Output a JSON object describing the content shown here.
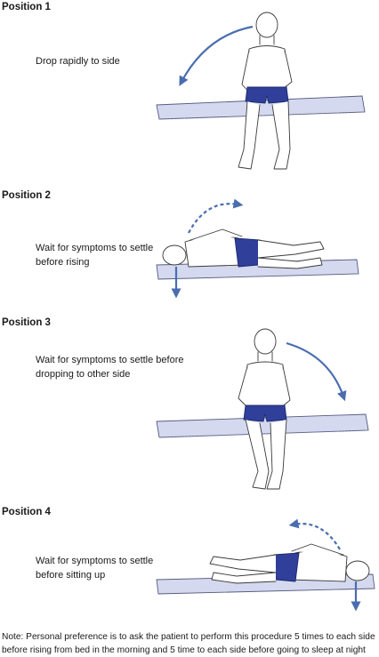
{
  "positions": [
    {
      "heading": "Position 1",
      "caption_lines": [
        "Drop rapidly to side"
      ]
    },
    {
      "heading": "Position 2",
      "caption_lines": [
        "Wait for symptoms to settle",
        "before rising"
      ]
    },
    {
      "heading": "Position 3",
      "caption_lines": [
        "Wait for symptoms to settle before",
        "dropping to other side"
      ]
    },
    {
      "heading": "Position 4",
      "caption_lines": [
        "Wait for symptoms to settle",
        "before sitting up"
      ]
    }
  ],
  "note_lines": [
    "Note: Personal preference is to ask the patient to perform this procedure 5 times to each side",
    "before rising from bed in the morning and 5 time to each side before going to sleep at night"
  ],
  "colors": {
    "arrow": "#4a6db0",
    "bed_fill": "#d4d9ef",
    "bed_stroke": "#555a80",
    "shorts": "#2f3f9a",
    "outline": "#3a3a3a"
  }
}
